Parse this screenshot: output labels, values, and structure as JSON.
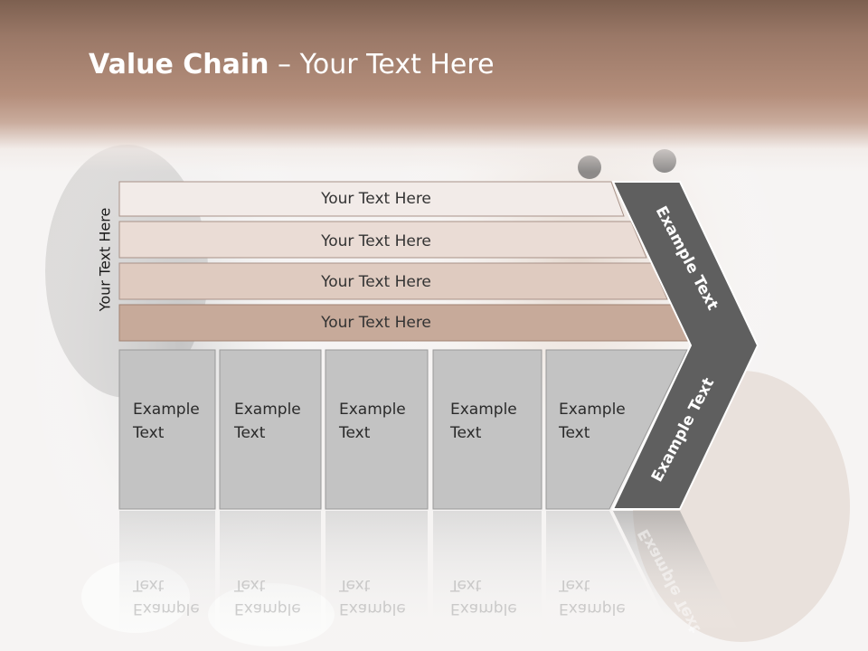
{
  "slide": {
    "title_bold": "Value Chain",
    "title_rest": " – Your Text Here",
    "side_label": "Your Text Here"
  },
  "rows": [
    {
      "label": "Your Text Here",
      "fill": "#f2ebe8"
    },
    {
      "label": "Your Text Here",
      "fill": "#eadcd5"
    },
    {
      "label": "Your Text Here",
      "fill": "#dfcbc0"
    },
    {
      "label": "Your Text Here",
      "fill": "#c7aa9a"
    }
  ],
  "columns": [
    {
      "line1": "Example",
      "line2": "Text"
    },
    {
      "line1": "Example",
      "line2": "Text"
    },
    {
      "line1": "Example",
      "line2": "Text"
    },
    {
      "line1": "Example",
      "line2": "Text"
    },
    {
      "line1": "Example",
      "line2": "Text"
    }
  ],
  "chevron": {
    "upper_label": "Example Text",
    "lower_label": "Example Text",
    "color": "#5f5f5f"
  },
  "colors": {
    "title_band": "#a78673",
    "column_fill": "#c3c3c3",
    "column_border": "#9a9a9a"
  }
}
